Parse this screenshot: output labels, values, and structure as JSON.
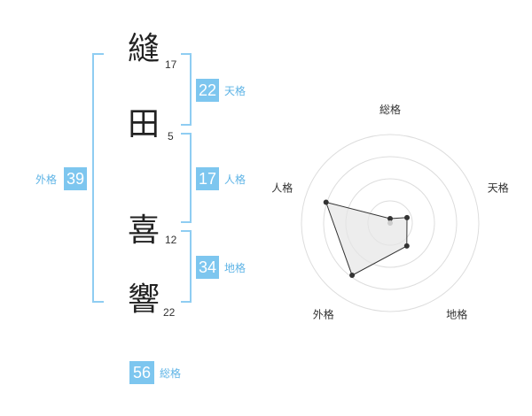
{
  "characters": [
    {
      "char": "縫",
      "strokes": "17"
    },
    {
      "char": "田",
      "strokes": "5"
    },
    {
      "char": "喜",
      "strokes": "12"
    },
    {
      "char": "響",
      "strokes": "22"
    }
  ],
  "fortunes": {
    "tenkaku": {
      "value": "22",
      "label": "天格"
    },
    "jinkaku": {
      "value": "17",
      "label": "人格"
    },
    "chikaku": {
      "value": "34",
      "label": "地格"
    },
    "gaikaku": {
      "value": "39",
      "label": "外格"
    },
    "soukaku": {
      "value": "56",
      "label": "総格"
    }
  },
  "colors": {
    "accent": "#7dc6ef",
    "bracket": "#8fcdf2",
    "label": "#5fb4e6"
  },
  "chart_data": {
    "type": "radar",
    "axes": [
      "総格",
      "天格",
      "地格",
      "外格",
      "人格"
    ],
    "series": [
      {
        "values": [
          0.05,
          0.2,
          0.32,
          0.73,
          0.76
        ]
      }
    ],
    "rings": 4,
    "range": [
      0,
      1
    ]
  }
}
